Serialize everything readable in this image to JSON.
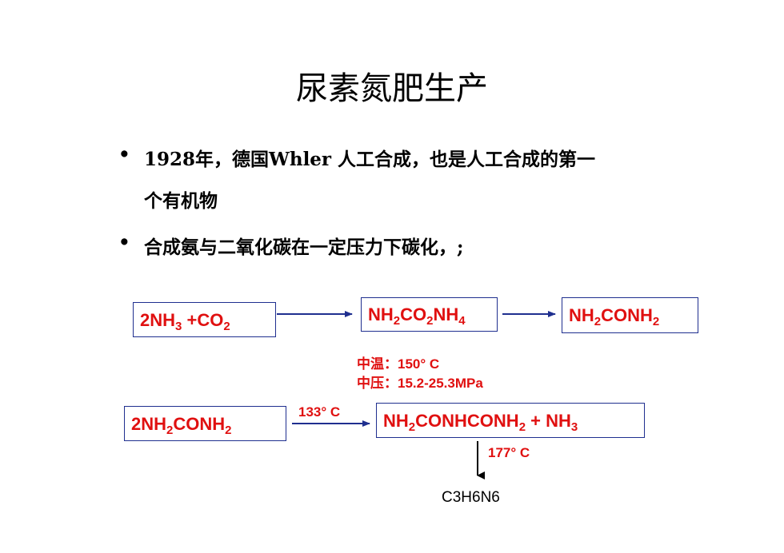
{
  "title": "尿素氮肥生产",
  "bullets": [
    {
      "line1": "1928年，德国Whler 人工合成，也是人工合成的第一",
      "line2": "个有机物"
    },
    {
      "line1": "合成氨与二氧化碳在一定压力下碳化，;"
    }
  ],
  "bullet_symbol": "•",
  "reaction1": {
    "reactant": {
      "a": "2NH",
      "a_sub": "3",
      "b": " +CO",
      "b_sub": "2"
    },
    "intermediate": {
      "a": "NH",
      "a_sub": "2",
      "b": "CO",
      "b_sub": "2",
      "c": "NH",
      "c_sub": "4"
    },
    "product": {
      "a": "NH",
      "a_sub": "2",
      "b": "CONH",
      "b_sub": "2"
    },
    "condition_temp": "中温：150° C",
    "condition_pressure": "中压：15.2-25.3MPa"
  },
  "reaction2": {
    "reactant": {
      "a": "2NH",
      "a_sub": "2",
      "b": "CONH",
      "b_sub": "2"
    },
    "condition": "133° C",
    "product": {
      "a": "NH",
      "a_sub": "2",
      "b": "CONHCONH",
      "b_sub": "2",
      "c": " + NH",
      "c_sub": "3"
    }
  },
  "reaction3": {
    "condition": "177° C",
    "product": "C3H6N6"
  },
  "colors": {
    "formula": "#e01010",
    "box_border": "#1f2f8f",
    "arrow": "#1f2f8f",
    "text": "#000000"
  }
}
